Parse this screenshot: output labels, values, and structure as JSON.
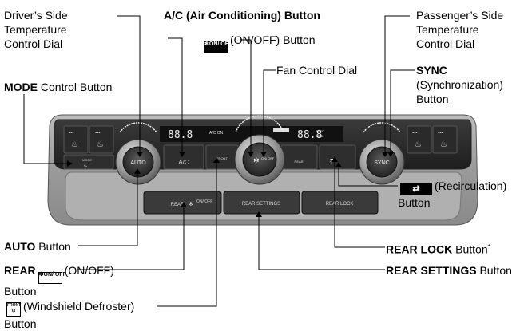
{
  "labels": {
    "driver_temp": [
      "Driver’s Side",
      "Temperature",
      "Control Dial"
    ],
    "ac_title": "A/C (Air Conditioning) Button",
    "onoff_title": "(ON/OFF) Button",
    "fan": "Fan Control Dial",
    "passenger_temp": [
      "Passenger’s Side",
      "Temperature",
      "Control Dial"
    ],
    "sync": [
      "SYNC",
      "(Synchronization)",
      "Button"
    ],
    "mode_bold": "MODE",
    "mode_rest": " Control Button",
    "recirc": "(Recirculation)",
    "recirc_button": "Button",
    "auto_bold": "AUTO",
    "auto_rest": " Button",
    "rear_bold": "REAR",
    "rear_rest": "(ON/OFF)",
    "rear_button": "Button",
    "defrost": "(Windshield Defroster)",
    "defrost_button": "Button",
    "rear_lock_bold": "REAR LOCK",
    "rear_lock_rest": " Button",
    "rear_lock_mark": "*",
    "rear_settings_bold": "REAR SETTINGS",
    "rear_settings_rest": " Button"
  },
  "panel": {
    "auto": "AUTO",
    "ac": "A/C",
    "sync": "SYNC",
    "mode": "MODE",
    "front": "FRONT",
    "rear": "REAR",
    "rear_onoff": "ON/ OFF",
    "rear_settings": "REAR SETTINGS",
    "rear_lock": "REAR LOCK",
    "display_left": "88.8",
    "display_right": "88.8",
    "display_acon": "A/C ON",
    "display_auto": "AUTO",
    "display_lock": "LOCK",
    "fan_onoff": "ON/ OFF",
    "rear_small": "REAR"
  },
  "icons": {
    "onoff": "ON/ OFF",
    "front": "FRONT"
  }
}
